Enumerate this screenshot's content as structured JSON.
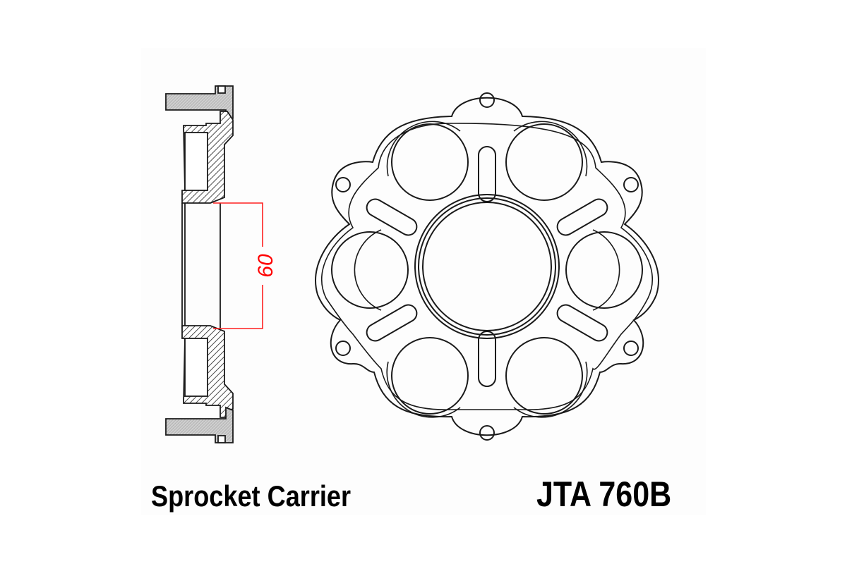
{
  "diagram": {
    "title": "Sprocket Carrier",
    "part_number": "JTA 760B",
    "dimension_label": "60",
    "dimension_color": "#ff0000",
    "line_color": "#1a1a1a",
    "views": [
      "side-section-view",
      "front-view"
    ],
    "front_view": {
      "lightening_holes": 6,
      "slots": 6,
      "mounting_ears": 6
    }
  }
}
